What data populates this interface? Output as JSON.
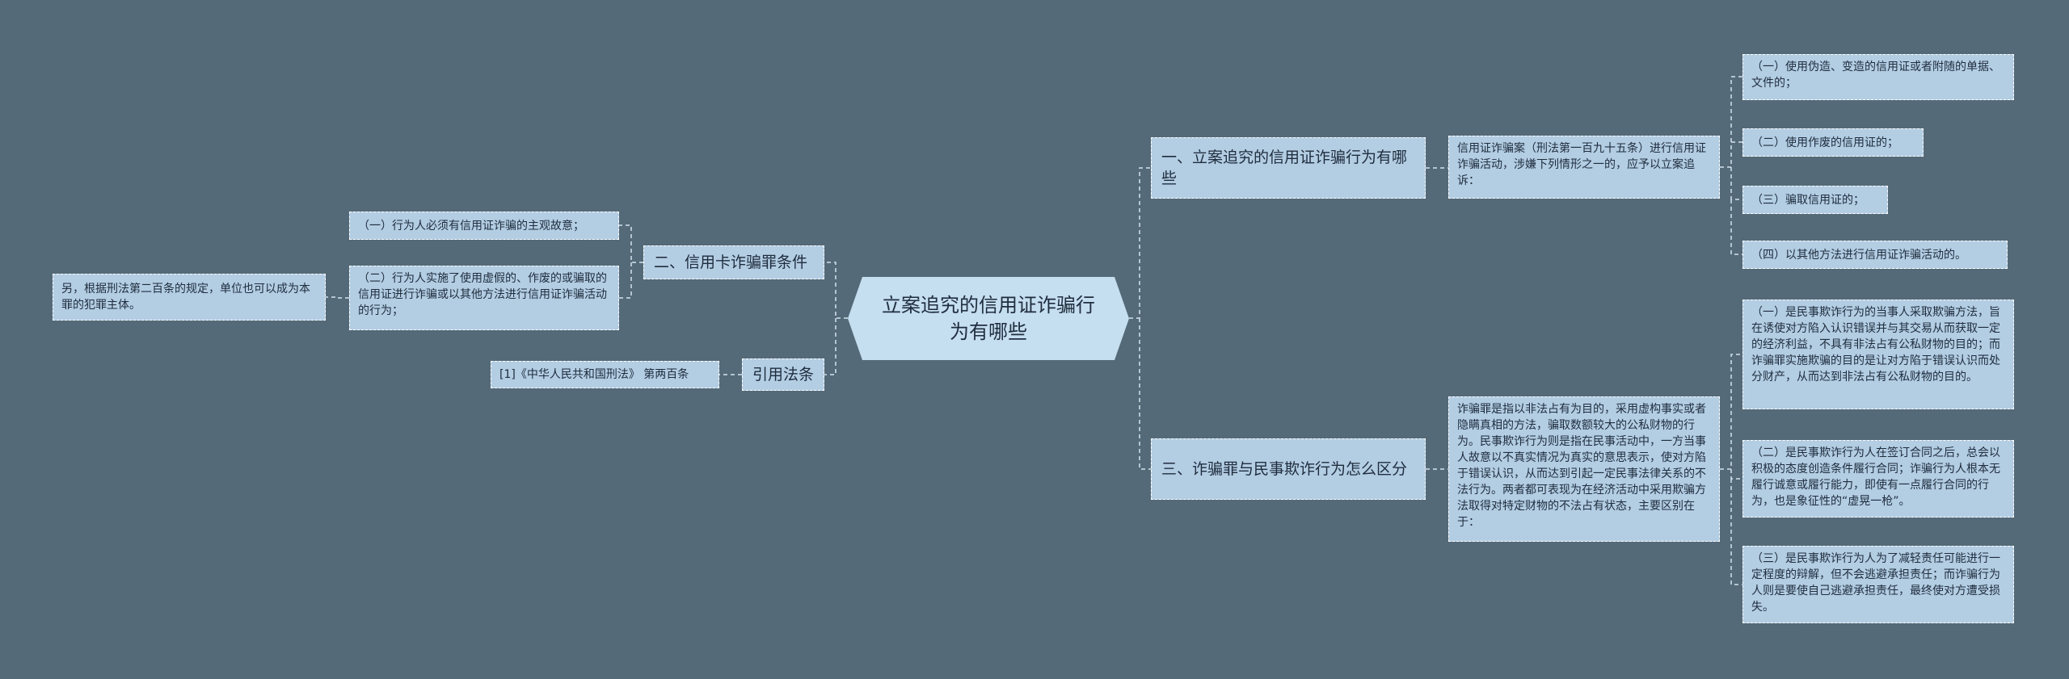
{
  "root": {
    "title": "立案追究的信用证诈骗行为有哪些"
  },
  "left": {
    "conditions": {
      "title": "二、信用卡诈骗罪条件",
      "items": [
        "（一）行为人必须有信用证诈骗的主观故意；",
        "（二）行为人实施了使用虚假的、作废的或骗取的信用证进行诈骗或以其他方法进行信用证诈骗活动的行为；"
      ],
      "note": "另，根据刑法第二百条的规定，单位也可以成为本罪的犯罪主体。"
    },
    "citation": {
      "title": "引用法条",
      "item": "[1]《中华人民共和国刑法》 第两百条"
    }
  },
  "right": {
    "section1": {
      "title": "一、立案追究的信用证诈骗行为有哪些",
      "desc": "信用证诈骗案（刑法第一百九十五条）进行信用证诈骗活动，涉嫌下列情形之一的，应予以立案追诉：",
      "items": [
        "（一）使用伪造、变造的信用证或者附随的单据、文件的；",
        "（二）使用作废的信用证的；",
        "（三）骗取信用证的；",
        "（四）以其他方法进行信用证诈骗活动的。"
      ]
    },
    "section3": {
      "title": "三、诈骗罪与民事欺诈行为怎么区分",
      "desc": "诈骗罪是指以非法占有为目的，采用虚构事实或者隐瞒真相的方法，骗取数额较大的公私财物的行为。民事欺诈行为则是指在民事活动中，一方当事人故意以不真实情况为真实的意思表示，使对方陷于错误认识，从而达到引起一定民事法律关系的不法行为。两者都可表现为在经济活动中采用欺骗方法取得对特定财物的不法占有状态，主要区别在于：",
      "items": [
        "（一）是民事欺诈行为的当事人采取欺骗方法，旨在诱使对方陷入认识错误并与其交易从而获取一定的经济利益，不具有非法占有公私财物的目的；而诈骗罪实施欺骗的目的是让对方陷于错误认识而处分财产，从而达到非法占有公私财物的目的。",
        "（二）是民事欺诈行为人在签订合同之后，总会以积极的态度创造条件履行合同；诈骗行为人根本无履行诚意或履行能力，即使有一点履行合同的行为，也是象征性的“虚晃一枪”。",
        "（三）是民事欺诈行为人为了减轻责任可能进行一定程度的辩解，但不会逃避承担责任；而诈骗行为人则是要使自己逃避承担责任，最终使对方遭受损失。"
      ]
    }
  },
  "colors": {
    "background": "#546a78",
    "node": "#b3cde3",
    "root": "#c5def0",
    "line": "#d3e2ec"
  }
}
